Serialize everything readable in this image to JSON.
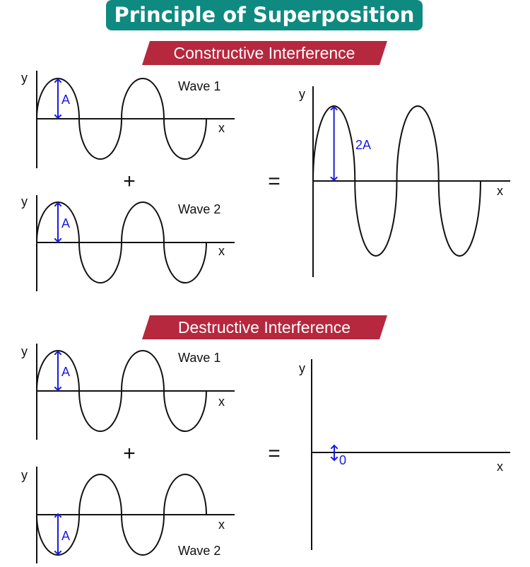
{
  "title": "Principle of Superposition",
  "colors": {
    "title_bg": "#0e8a80",
    "banner_bg": "#b5283e",
    "annotation": "#1a1adf"
  },
  "constructive": {
    "heading": "Constructive Interference",
    "wave1": {
      "label": "Wave 1",
      "amplitude_label": "A",
      "y_label": "y",
      "x_label": "x"
    },
    "wave2": {
      "label": "Wave 2",
      "amplitude_label": "A",
      "y_label": "y",
      "x_label": "x"
    },
    "result": {
      "amplitude_label": "2A",
      "y_label": "y",
      "x_label": "x"
    },
    "plus": "+",
    "equals": "="
  },
  "destructive": {
    "heading": "Destructive Interference",
    "wave1": {
      "label": "Wave 1",
      "amplitude_label": "A",
      "y_label": "y",
      "x_label": "x"
    },
    "wave2": {
      "label": "Wave 2",
      "amplitude_label": "A",
      "y_label": "y",
      "x_label": "x"
    },
    "result": {
      "amplitude_label": "0",
      "y_label": "y",
      "x_label": "x"
    },
    "plus": "+",
    "equals": "="
  }
}
